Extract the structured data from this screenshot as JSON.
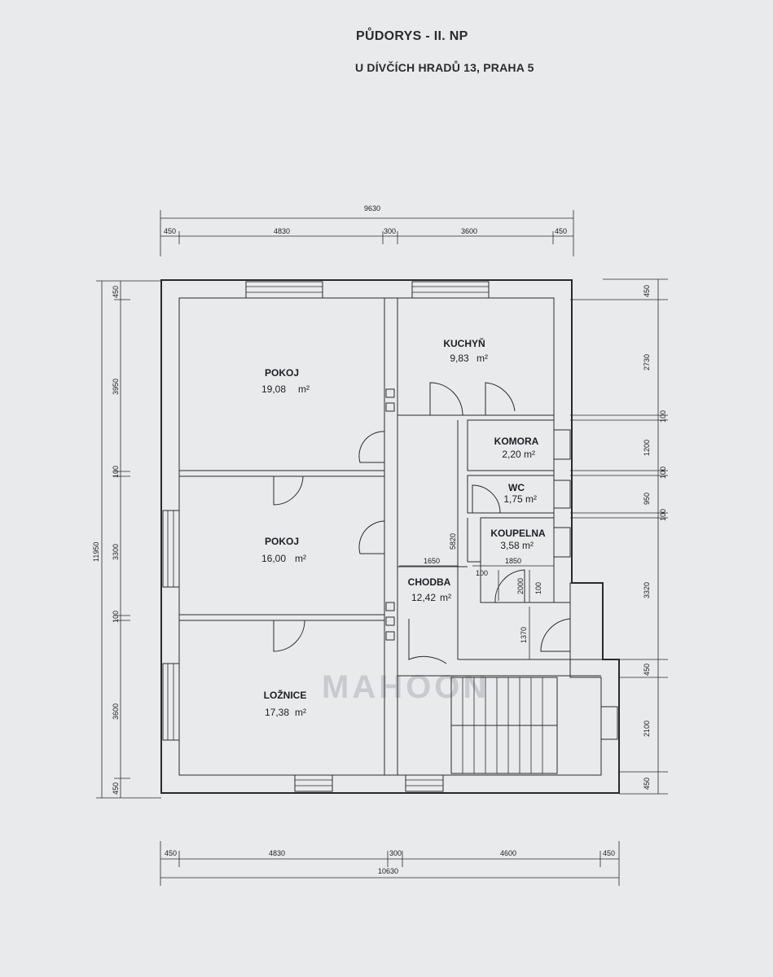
{
  "drawing": {
    "title": "PŮDORYS - II. NP",
    "address": "U DÍVČÍCH HRADŮ 13,  PRAHA 5",
    "watermark": "MAHOON"
  },
  "rooms": [
    {
      "id": "pokoj1",
      "name": "POKOJ",
      "area": "19,08",
      "unit": "m²"
    },
    {
      "id": "kuchyn",
      "name": "KUCHYŇ",
      "area": "9,83",
      "unit": "m²"
    },
    {
      "id": "komora",
      "name": "KOMORA",
      "area": "2,20",
      "unit": "m²"
    },
    {
      "id": "wc",
      "name": "WC",
      "area": "1,75",
      "unit": "m²"
    },
    {
      "id": "koupelna",
      "name": "KOUPELNA",
      "area": "3,58",
      "unit": "m²"
    },
    {
      "id": "pokoj2",
      "name": "POKOJ",
      "area": "16,00",
      "unit": "m²"
    },
    {
      "id": "chodba",
      "name": "CHODBA",
      "area": "12,42",
      "unit": "m²"
    },
    {
      "id": "loznice",
      "name": "LOŽNICE",
      "area": "17,38",
      "unit": "m²"
    }
  ],
  "dimensions": {
    "top_total": "9630",
    "top": [
      "450",
      "4830",
      "300",
      "3600",
      "450"
    ],
    "bottom_total": "10630",
    "bottom": [
      "450",
      "4830",
      "300",
      "4600",
      "450"
    ],
    "left_total": "11950",
    "left": [
      "450",
      "3950",
      "100",
      "3300",
      "100",
      "3600",
      "450"
    ],
    "right": [
      "450",
      "2730",
      "100",
      "1200",
      "100",
      "950",
      "100",
      "3320",
      "450",
      "2100",
      "450"
    ],
    "interior": [
      "5820",
      "1650",
      "1850",
      "100",
      "2000",
      "100",
      "1370"
    ]
  }
}
